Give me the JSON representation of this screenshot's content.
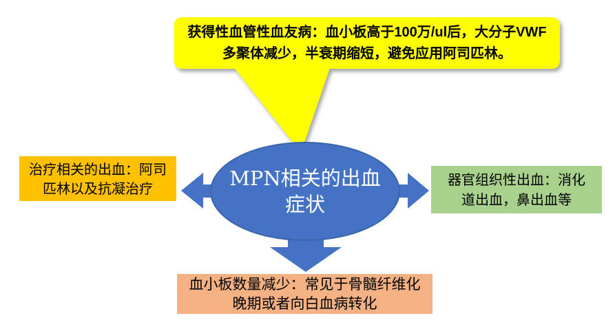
{
  "colors": {
    "callout_fill": "#FFFF00",
    "shape_blue": "#4472C4",
    "left_box_fill": "#FFC000",
    "right_box_fill": "#A9D18E",
    "bottom_box_fill": "#F4B183",
    "text_dark": "#000000",
    "text_light": "#FFFFFF"
  },
  "callout": {
    "lines": [
      "获得性血管性血友病：血小板高于100万/ul后，大分子VWF",
      "多聚体减少，半衰期缩短，避免应用阿司匹林。"
    ]
  },
  "center_ellipse": {
    "lines": [
      "MPN相关的出血",
      "症状"
    ]
  },
  "left_box": {
    "lines": [
      "治疗相关的出血：阿司",
      "匹林以及抗凝治疗"
    ]
  },
  "right_box": {
    "lines": [
      "器官组织性出血：消化",
      "道出血，鼻出血等"
    ]
  },
  "bottom_box": {
    "lines": [
      "血小板数量减少：常见于骨髓纤维化",
      "晚期或者向白血病转化"
    ]
  }
}
